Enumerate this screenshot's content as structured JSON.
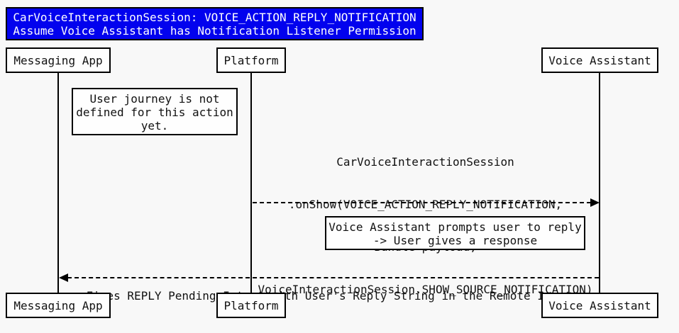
{
  "diagram": {
    "type": "sequence",
    "title": {
      "lines": [
        "CarVoiceInteractionSession: VOICE_ACTION_REPLY_NOTIFICATION",
        "Assume Voice Assistant has Notification Listener Permission"
      ]
    },
    "actors": [
      {
        "id": "messaging-app",
        "label": "Messaging App"
      },
      {
        "id": "platform",
        "label": "Platform"
      },
      {
        "id": "voice-assistant",
        "label": "Voice Assistant"
      }
    ],
    "notes": [
      {
        "near": "messaging-app",
        "lines": [
          "User journey is not",
          "defined for this action",
          "yet."
        ]
      },
      {
        "near": "voice-assistant",
        "lines": [
          "Voice Assistant prompts user to reply",
          "-> User gives a response"
        ]
      }
    ],
    "messages": [
      {
        "from": "platform",
        "to": "voice-assistant",
        "style": "dashed",
        "lines": [
          "CarVoiceInteractionSession",
          ".onShow(VOICE_ACTION_REPLY_NOTIFICATION,",
          "Bundle payload,",
          "VoiceInteractionSession.SHOW_SOURCE_NOTIFICATION)"
        ]
      },
      {
        "from": "voice-assistant",
        "to": "messaging-app",
        "style": "dashed",
        "lines": [
          "Fires REPLY Pending Intent with User's Reply String in the Remote Input"
        ]
      }
    ]
  },
  "colors": {
    "background": "#f8f8f8",
    "title_bg": "#0202ee",
    "title_text": "#ffffff",
    "line": "#000000"
  }
}
